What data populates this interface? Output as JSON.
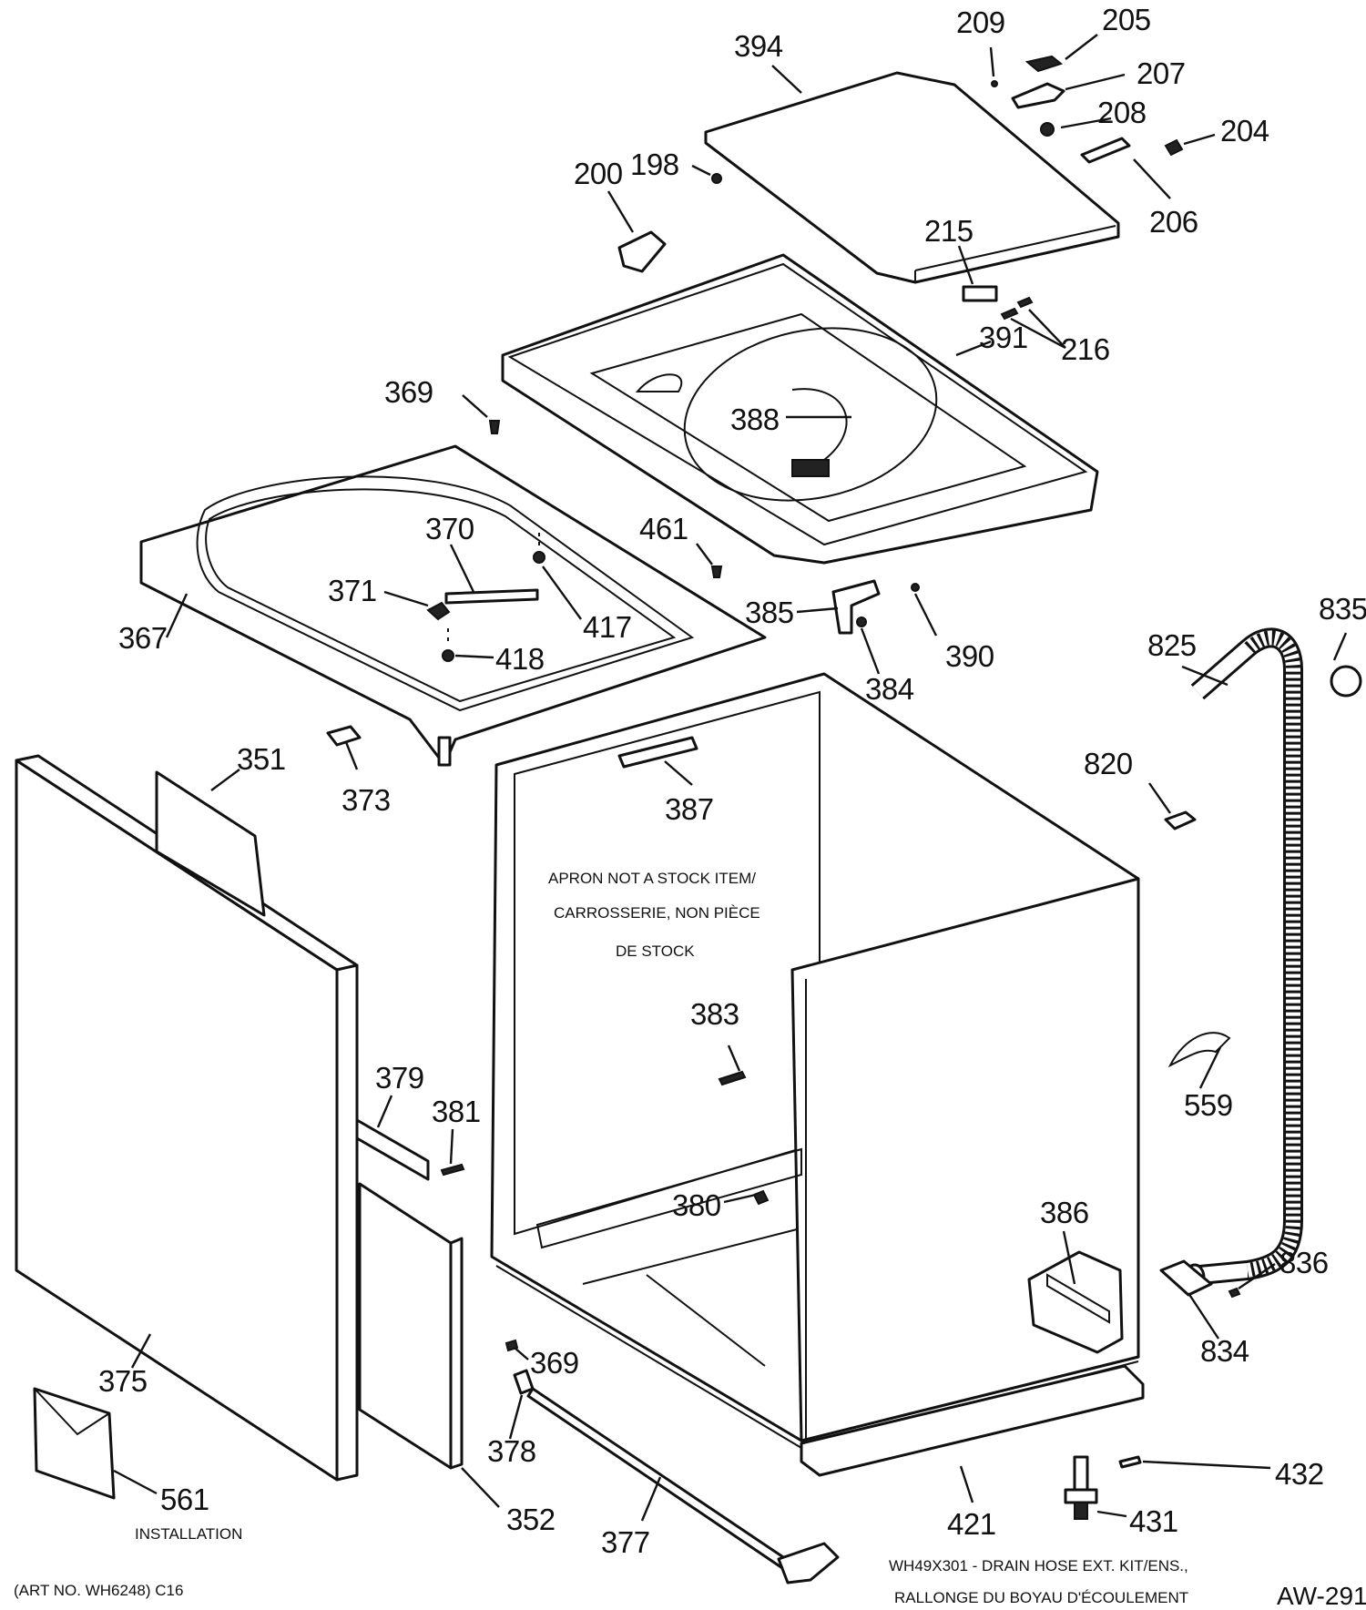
{
  "diagram": {
    "labels": {
      "l394": "394",
      "l209": "209",
      "l205": "205",
      "l207": "207",
      "l208": "208",
      "l204": "204",
      "l206": "206",
      "l200": "200",
      "l198": "198",
      "l215": "215",
      "l216": "216",
      "l391": "391",
      "l369a": "369",
      "l388": "388",
      "l370": "370",
      "l371": "371",
      "l417": "417",
      "l418": "418",
      "l461": "461",
      "l367": "367",
      "l385": "385",
      "l384": "384",
      "l390": "390",
      "l835": "835",
      "l825": "825",
      "l820": "820",
      "l351": "351",
      "l373": "373",
      "l387": "387",
      "l383": "383",
      "l559": "559",
      "l379": "379",
      "l381": "381",
      "l380": "380",
      "l386": "386",
      "l836": "836",
      "l834": "834",
      "l375": "375",
      "l369b": "369",
      "l378": "378",
      "l432": "432",
      "l431": "431",
      "l561": "561",
      "l352": "352",
      "l377": "377",
      "l421": "421"
    },
    "apron_note": [
      "APRON NOT A STOCK ITEM/",
      "CARROSSERIE, NON PIÈCE",
      "DE STOCK"
    ],
    "installation_note": "INSTALLATION",
    "kit_note": [
      "WH49X301 - DRAIN HOSE EXT. KIT/ENS.,",
      "RALLONGE DU BOYAU D'ÉCOULEMENT"
    ],
    "art_number": "(ART NO. WH6248) C16",
    "figure_code": "AW-291"
  }
}
